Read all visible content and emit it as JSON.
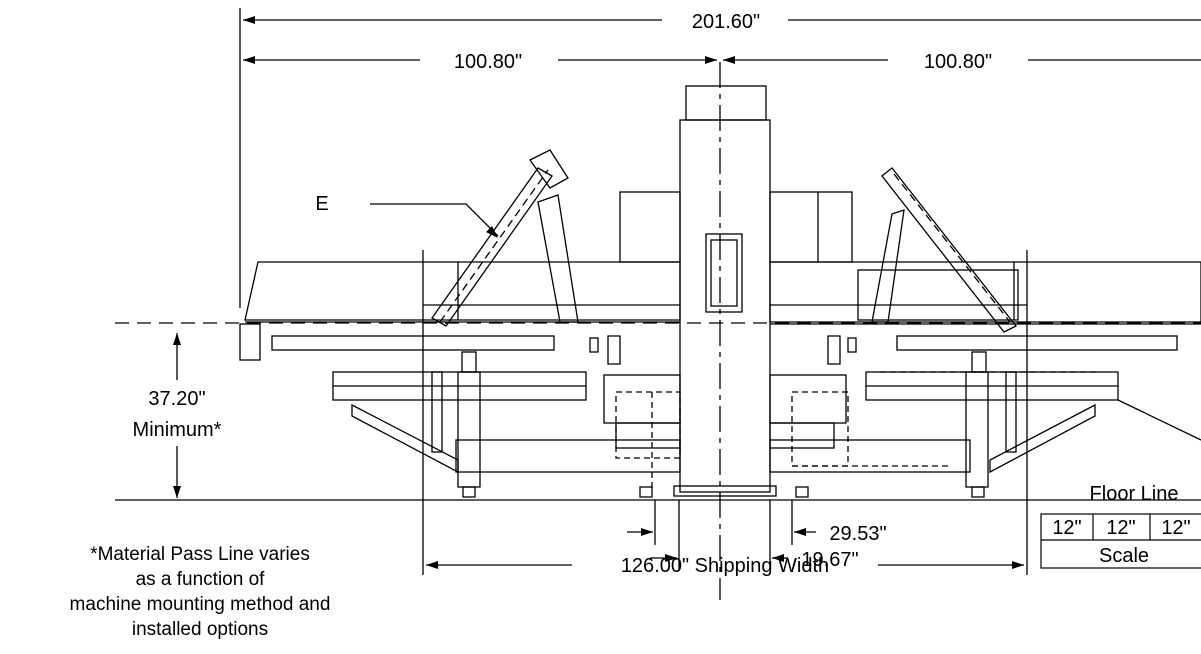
{
  "dimensions": {
    "overall_width": "201.60\"",
    "half_width_left": "100.80\"",
    "half_width_right": "100.80\"",
    "pass_line_height": "37.20\"",
    "pass_line_qualifier": "Minimum*",
    "offset_outer": "29.53\"",
    "offset_inner": "19.67\"",
    "shipping_width": "126.00\" Shipping Width"
  },
  "callout": {
    "label": "E"
  },
  "floor_line": "Floor Line",
  "scale": {
    "cells": [
      "12\"",
      "12\"",
      "12\""
    ],
    "label": "Scale"
  },
  "footnote": [
    "*Material Pass Line varies",
    "as a function of",
    "machine mounting method and",
    "installed options"
  ]
}
